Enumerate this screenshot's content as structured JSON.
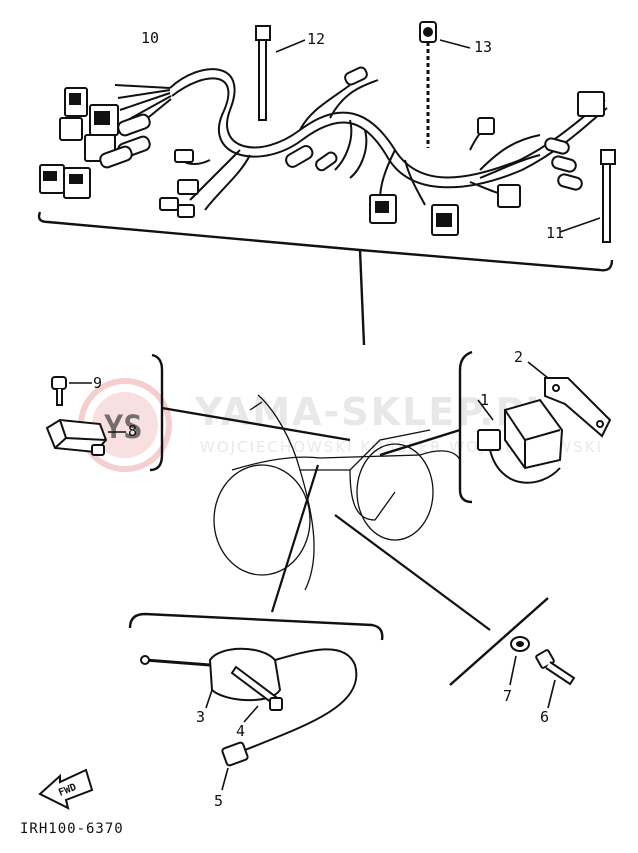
{
  "watermark": {
    "logo": "YS",
    "brand": "YAMA-SKLEP.PL",
    "subtitle": "WOJCIECHOWSKI KOSSLER WOJCIECHOWSKI"
  },
  "callouts": {
    "c1": "1",
    "c2": "2",
    "c3": "3",
    "c4": "4",
    "c5": "5",
    "c6": "6",
    "c7": "7",
    "c8": "8",
    "c9": "9",
    "c10": "10",
    "c11": "11",
    "c12": "12",
    "c13": "13"
  },
  "direction_tag": "FWD",
  "diagram_code": "IRH100-6370",
  "colors": {
    "ink": "#111111",
    "watermark": "#f2c4c4"
  }
}
